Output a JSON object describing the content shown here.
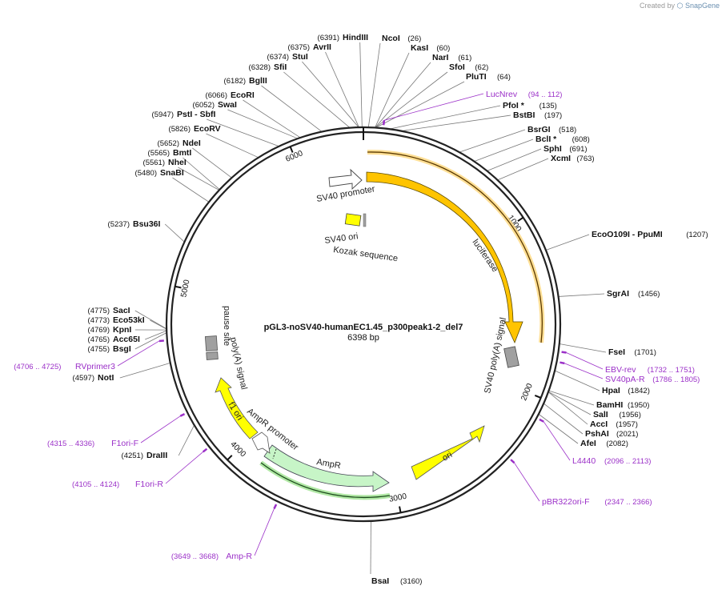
{
  "watermark": {
    "prefix": "Created by",
    "brand": "SnapGene"
  },
  "plasmid": {
    "name": "pGL3-noSV40-humanEC1.45_p300peak1-2_del7",
    "size_label": "6398 bp",
    "total_bp": 6398
  },
  "colors": {
    "backbone": "#222222",
    "primer": "#9b30c8",
    "promoter": "#ffffff",
    "cds": "#ffc400",
    "ori": "#ffff00",
    "ampr": "#c7f5c7",
    "misc": "#a0a0a0"
  },
  "ticks": [
    {
      "bp": 1000,
      "label": "1000"
    },
    {
      "bp": 2000,
      "label": "2000"
    },
    {
      "bp": 3000,
      "label": "3000"
    },
    {
      "bp": 4000,
      "label": "4000"
    },
    {
      "bp": 5000,
      "label": "5000"
    },
    {
      "bp": 6000,
      "label": "6000"
    }
  ],
  "enzymes": [
    {
      "name": "HindIII",
      "pos": "(6391)",
      "bp": 6391,
      "side": "left"
    },
    {
      "name": "AvrII",
      "pos": "(6375)",
      "bp": 6375,
      "side": "left"
    },
    {
      "name": "StuI",
      "pos": "(6374)",
      "bp": 6374,
      "side": "left"
    },
    {
      "name": "SfiI",
      "pos": "(6328)",
      "bp": 6328,
      "side": "left"
    },
    {
      "name": "BglII",
      "pos": "(6182)",
      "bp": 6182,
      "side": "left"
    },
    {
      "name": "EcoRI",
      "pos": "(6066)",
      "bp": 6066,
      "side": "left"
    },
    {
      "name": "SwaI",
      "pos": "(6052)",
      "bp": 6052,
      "side": "left"
    },
    {
      "name": "PstI  - SbfI",
      "pos": "(5947)",
      "bp": 5947,
      "side": "left"
    },
    {
      "name": "EcoRV",
      "pos": "(5826)",
      "bp": 5826,
      "side": "left"
    },
    {
      "name": "NdeI",
      "pos": "(5652)",
      "bp": 5652,
      "side": "left"
    },
    {
      "name": "BmtI",
      "pos": "(5565)",
      "bp": 5565,
      "side": "left"
    },
    {
      "name": "NheI",
      "pos": "(5561)",
      "bp": 5561,
      "side": "left"
    },
    {
      "name": "SnaBI",
      "pos": "(5480)",
      "bp": 5480,
      "side": "left"
    },
    {
      "name": "Bsu36I",
      "pos": "(5237)",
      "bp": 5237,
      "side": "left"
    },
    {
      "name": "SacI",
      "pos": "(4775)",
      "bp": 4775,
      "side": "left"
    },
    {
      "name": "Eco53kI",
      "pos": "(4773)",
      "bp": 4773,
      "side": "left"
    },
    {
      "name": "KpnI",
      "pos": "(4769)",
      "bp": 4769,
      "side": "left"
    },
    {
      "name": "Acc65I",
      "pos": "(4765)",
      "bp": 4765,
      "side": "left"
    },
    {
      "name": "BsgI",
      "pos": "(4755)",
      "bp": 4755,
      "side": "left"
    },
    {
      "name": "NotI",
      "pos": "(4597)",
      "bp": 4597,
      "side": "left"
    },
    {
      "name": "DraIII",
      "pos": "(4251)",
      "bp": 4251,
      "side": "left"
    },
    {
      "name": "NcoI",
      "pos": "(26)",
      "bp": 26,
      "side": "right"
    },
    {
      "name": "KasI",
      "pos": "(60)",
      "bp": 60,
      "side": "right"
    },
    {
      "name": "NarI",
      "pos": "(61)",
      "bp": 61,
      "side": "right"
    },
    {
      "name": "SfoI",
      "pos": "(62)",
      "bp": 62,
      "side": "right"
    },
    {
      "name": "PluTI",
      "pos": "(64)",
      "bp": 64,
      "side": "right"
    },
    {
      "name": "PfoI *",
      "pos": "(135)",
      "bp": 135,
      "side": "right"
    },
    {
      "name": "BstBI",
      "pos": "(197)",
      "bp": 197,
      "side": "right"
    },
    {
      "name": "BsrGI",
      "pos": "(518)",
      "bp": 518,
      "side": "right"
    },
    {
      "name": "BclI *",
      "pos": "(608)",
      "bp": 608,
      "side": "right"
    },
    {
      "name": "SphI",
      "pos": "(691)",
      "bp": 691,
      "side": "right"
    },
    {
      "name": "XcmI",
      "pos": "(763)",
      "bp": 763,
      "side": "right"
    },
    {
      "name": "EcoO109I  - PpuMI",
      "pos": "(1207)",
      "bp": 1207,
      "side": "right"
    },
    {
      "name": "SgrAI",
      "pos": "(1456)",
      "bp": 1456,
      "side": "right"
    },
    {
      "name": "FseI",
      "pos": "(1701)",
      "bp": 1701,
      "side": "right"
    },
    {
      "name": "HpaI",
      "pos": "(1842)",
      "bp": 1842,
      "side": "right"
    },
    {
      "name": "BamHI",
      "pos": "(1950)",
      "bp": 1950,
      "side": "right"
    },
    {
      "name": "SalI",
      "pos": "(1956)",
      "bp": 1956,
      "side": "right"
    },
    {
      "name": "AccI",
      "pos": "(1957)",
      "bp": 1957,
      "side": "right"
    },
    {
      "name": "PshAI",
      "pos": "(2021)",
      "bp": 2021,
      "side": "right"
    },
    {
      "name": "AfeI",
      "pos": "(2082)",
      "bp": 2082,
      "side": "right"
    },
    {
      "name": "BsaI",
      "pos": "(3160)",
      "bp": 3160,
      "side": "bottom"
    }
  ],
  "primers": [
    {
      "name": "LucNrev",
      "range": "(94 .. 112)",
      "bp": 103,
      "side": "right"
    },
    {
      "name": "EBV-rev",
      "range": "(1732 .. 1751)",
      "bp": 1741,
      "side": "right"
    },
    {
      "name": "SV40pA-R",
      "range": "(1786 .. 1805)",
      "bp": 1795,
      "side": "right"
    },
    {
      "name": "L4440",
      "range": "(2096 .. 2113)",
      "bp": 2104,
      "side": "right"
    },
    {
      "name": "pBR322ori-F",
      "range": "(2347 .. 2366)",
      "bp": 2356,
      "side": "right"
    },
    {
      "name": "Amp-R",
      "range": "(3649 .. 3668)",
      "bp": 3658,
      "side": "left"
    },
    {
      "name": "F1ori-R",
      "range": "(4105 .. 4124)",
      "bp": 4114,
      "side": "left"
    },
    {
      "name": "F1ori-F",
      "range": "(4315 .. 4336)",
      "bp": 4325,
      "side": "left"
    },
    {
      "name": "RVprimer3",
      "range": "(4706 .. 4725)",
      "bp": 4715,
      "side": "left"
    }
  ],
  "features": [
    {
      "name": "SV40 promoter",
      "type": "promoter"
    },
    {
      "name": "SV40 ori",
      "type": "rep_origin"
    },
    {
      "name": "Kozak sequence",
      "type": "misc"
    },
    {
      "name": "luciferase",
      "type": "cds"
    },
    {
      "name": "SV40 poly(A) signal",
      "type": "polyA"
    },
    {
      "name": "ori",
      "type": "rep_origin"
    },
    {
      "name": "AmpR",
      "type": "cds"
    },
    {
      "name": "AmpR promoter",
      "type": "promoter"
    },
    {
      "name": "f1 ori",
      "type": "rep_origin"
    },
    {
      "name": "poly(A) signal",
      "type": "polyA"
    },
    {
      "name": "pause site",
      "type": "misc"
    }
  ]
}
